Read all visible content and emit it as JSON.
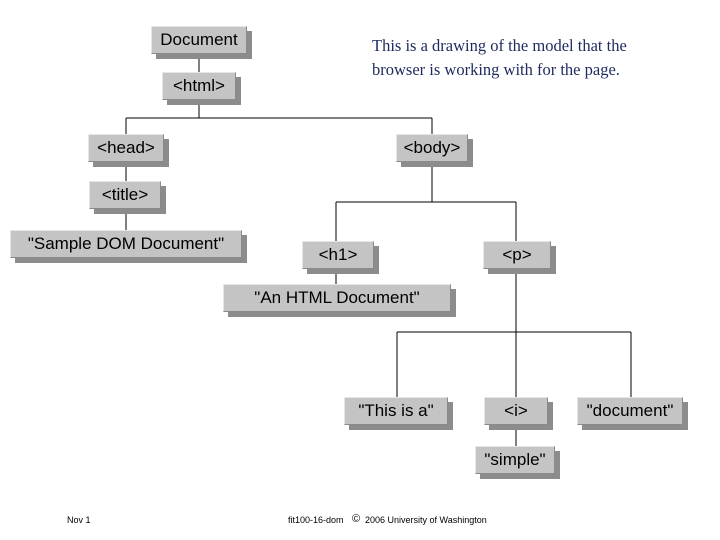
{
  "nodes": {
    "document": "Document",
    "html": "<html>",
    "head": "<head>",
    "body": "<body>",
    "title": "<title>",
    "title_text": "\"Sample DOM Document\"",
    "h1": "<h1>",
    "p": "<p>",
    "h1_text": "\"An HTML Document\"",
    "p_text1": "\"This is a\"",
    "i": "<i>",
    "p_text2": "\"document\"",
    "i_text": "\"simple\""
  },
  "annotation": {
    "line1": "This is a drawing of the model that the",
    "line2": "browser is working with for the page."
  },
  "footer": {
    "left": "Nov 1",
    "center": "fit100-16-dom",
    "copyright": "©",
    "right": "2006 University of Washington"
  },
  "colors": {
    "node_fill": "#c4c4c4",
    "node_shadow": "#8c8c8c",
    "annotation_text": "#1e2a5e"
  }
}
